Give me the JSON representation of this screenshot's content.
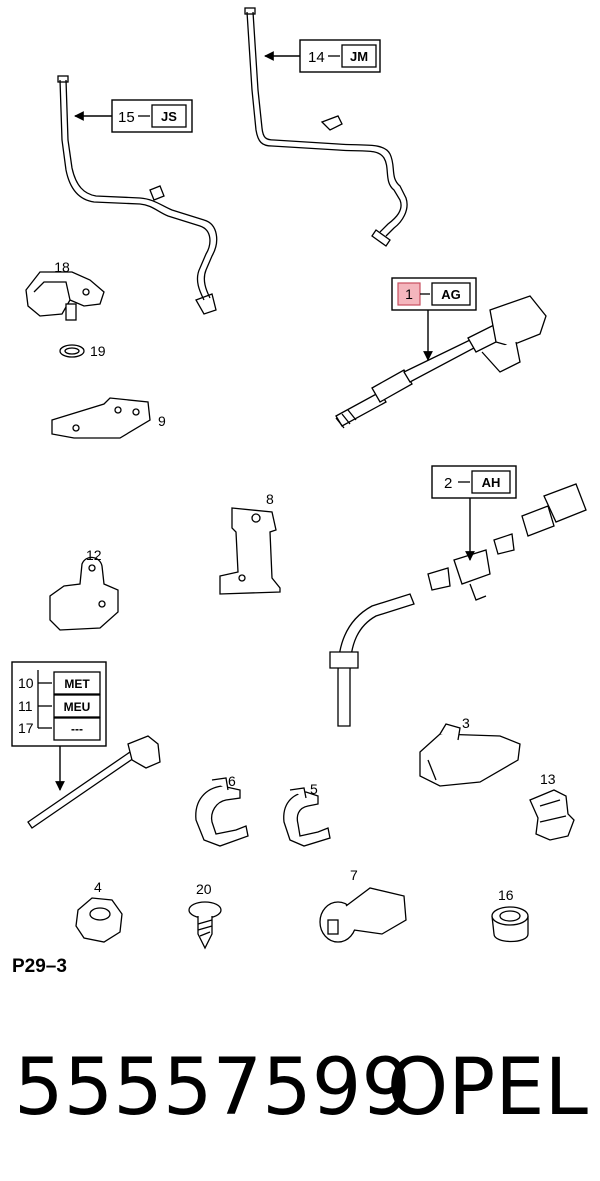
{
  "callouts": [
    {
      "num": "14",
      "code": "JM"
    },
    {
      "num": "15",
      "code": "JS"
    },
    {
      "num": "1",
      "code": "AG",
      "highlight": "#f4b6bd"
    },
    {
      "num": "2",
      "code": "AH"
    }
  ],
  "legend": [
    {
      "num": "10",
      "code": "MET"
    },
    {
      "num": "11",
      "code": "MEU"
    },
    {
      "num": "17",
      "code": "---"
    }
  ],
  "part_numbers": [
    "18",
    "19",
    "9",
    "8",
    "12",
    "3",
    "6",
    "5",
    "13",
    "4",
    "20",
    "7",
    "16"
  ],
  "diagram_ref": "P29–3",
  "footer": {
    "part_number": "55557599",
    "brand": "OPEL"
  }
}
